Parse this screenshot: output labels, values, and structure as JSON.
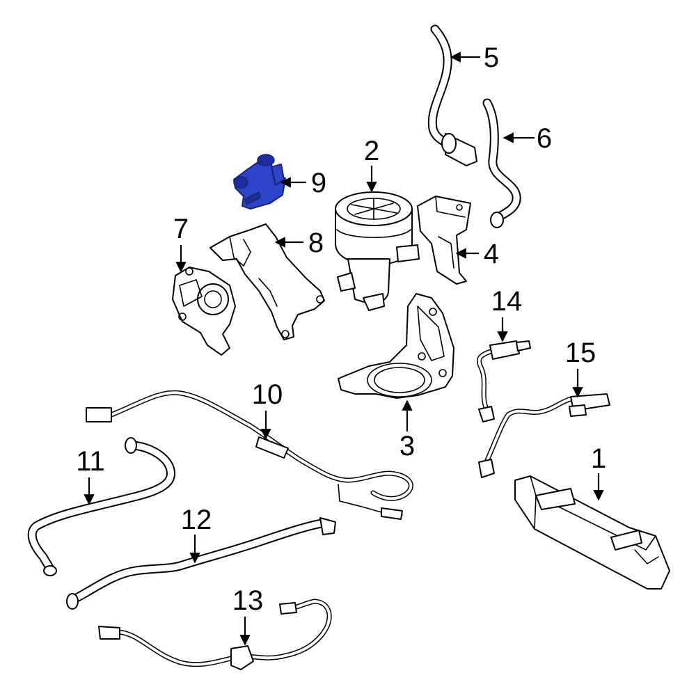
{
  "diagram": {
    "highlight_color": "#2e44c8",
    "line_color": "#000000",
    "background": "#ffffff",
    "highlighted_part": "9",
    "callouts": [
      {
        "id": "1",
        "text": "1"
      },
      {
        "id": "2",
        "text": "2"
      },
      {
        "id": "3",
        "text": "3"
      },
      {
        "id": "4",
        "text": "4"
      },
      {
        "id": "5",
        "text": "5"
      },
      {
        "id": "6",
        "text": "6"
      },
      {
        "id": "7",
        "text": "7"
      },
      {
        "id": "8",
        "text": "8"
      },
      {
        "id": "9",
        "text": "9"
      },
      {
        "id": "10",
        "text": "10"
      },
      {
        "id": "11",
        "text": "11"
      },
      {
        "id": "12",
        "text": "12"
      },
      {
        "id": "13",
        "text": "13"
      },
      {
        "id": "14",
        "text": "14"
      },
      {
        "id": "15",
        "text": "15"
      }
    ]
  }
}
